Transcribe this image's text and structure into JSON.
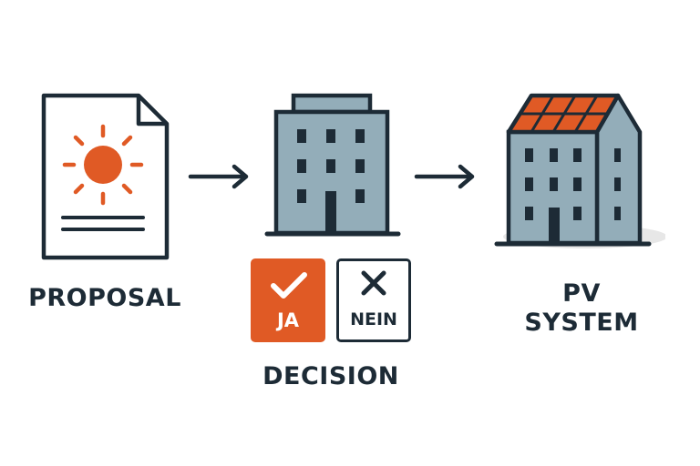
{
  "labels": {
    "proposal": "PROPOSAL",
    "decision": "DECISION",
    "pv_line1": "PV",
    "pv_line2": "SYSTEM"
  },
  "votes": {
    "yes": "JA",
    "no": "NEIN"
  },
  "colors": {
    "orange": "#e05a25",
    "navy": "#1d2b36",
    "building": "#93adb9",
    "shadow": "#e7e7e7"
  },
  "icons": {
    "proposal": "document-sun-icon",
    "arrow": "arrow-right-icon",
    "decision": "office-building-icon",
    "yes": "checkmark-icon",
    "no": "x-mark-icon",
    "pv": "solar-roof-building-icon"
  }
}
